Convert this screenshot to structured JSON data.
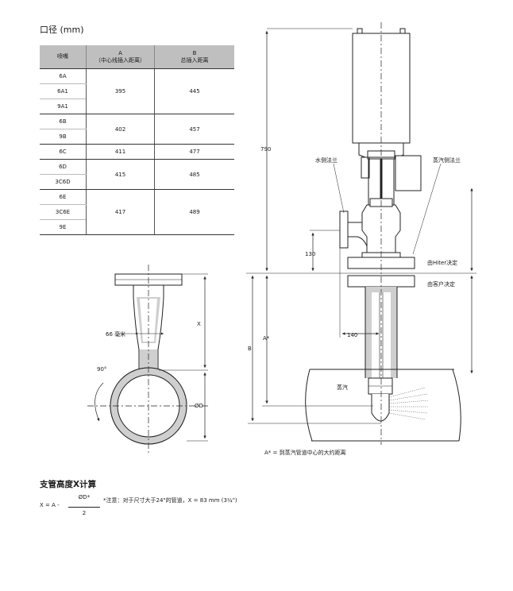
{
  "title": "口径 (mm)",
  "table": {
    "headers": [
      "喷嘴",
      "A\n（中心线插入距离）",
      "B\n总插入距离"
    ],
    "groups": [
      {
        "nozzles": [
          "6A",
          "6A1",
          "9A1"
        ],
        "a": "395",
        "b": "445"
      },
      {
        "nozzles": [
          "6B",
          "9B"
        ],
        "a": "402",
        "b": "457"
      },
      {
        "nozzles": [
          "6C"
        ],
        "a": "411",
        "b": "477"
      },
      {
        "nozzles": [
          "6D",
          "3C6D"
        ],
        "a": "415",
        "b": "485"
      },
      {
        "nozzles": [
          "6E",
          "3C6E",
          "9E"
        ],
        "a": "417",
        "b": "489"
      }
    ]
  },
  "drawing": {
    "dim_790": "790",
    "water_flange": "水侧法兰",
    "steam_flange": "蒸汽侧法兰",
    "dim_130": "130",
    "hiter": "由Hiter决定",
    "customer": "由客户决定",
    "dim_140": "140",
    "a_star": "A*",
    "b": "B",
    "steam": "蒸汽",
    "footnote": "A* = 到蒸汽管道中心的大约距离",
    "x": "X",
    "mm66": "66 毫米",
    "angle": "90°",
    "od": "ØD"
  },
  "section_title": "支管高度X计算",
  "formula": {
    "lhs": "X = A -",
    "numerator": "ØD*",
    "denominator": "2"
  },
  "note": "*注意：对于尺寸大于24\"的管道，X = 83 mm (3¼\")"
}
